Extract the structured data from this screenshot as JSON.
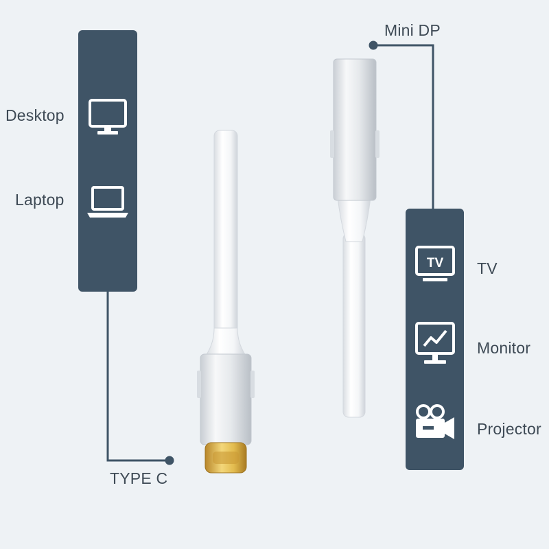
{
  "left_group": {
    "devices": [
      {
        "label": "Desktop",
        "icon": "desktop-icon"
      },
      {
        "label": "Laptop",
        "icon": "laptop-icon"
      }
    ],
    "connector_label": "TYPE C"
  },
  "right_group": {
    "connector_label": "Mini DP",
    "devices": [
      {
        "label": "TV",
        "icon": "tv-icon",
        "icon_text": "TV"
      },
      {
        "label": "Monitor",
        "icon": "monitor-icon"
      },
      {
        "label": "Projector",
        "icon": "projector-icon"
      }
    ]
  },
  "colors": {
    "panel": "#3f5466",
    "text": "#3e4a55",
    "background": "#eef2f5",
    "connector_gold": "#d9b24a"
  }
}
